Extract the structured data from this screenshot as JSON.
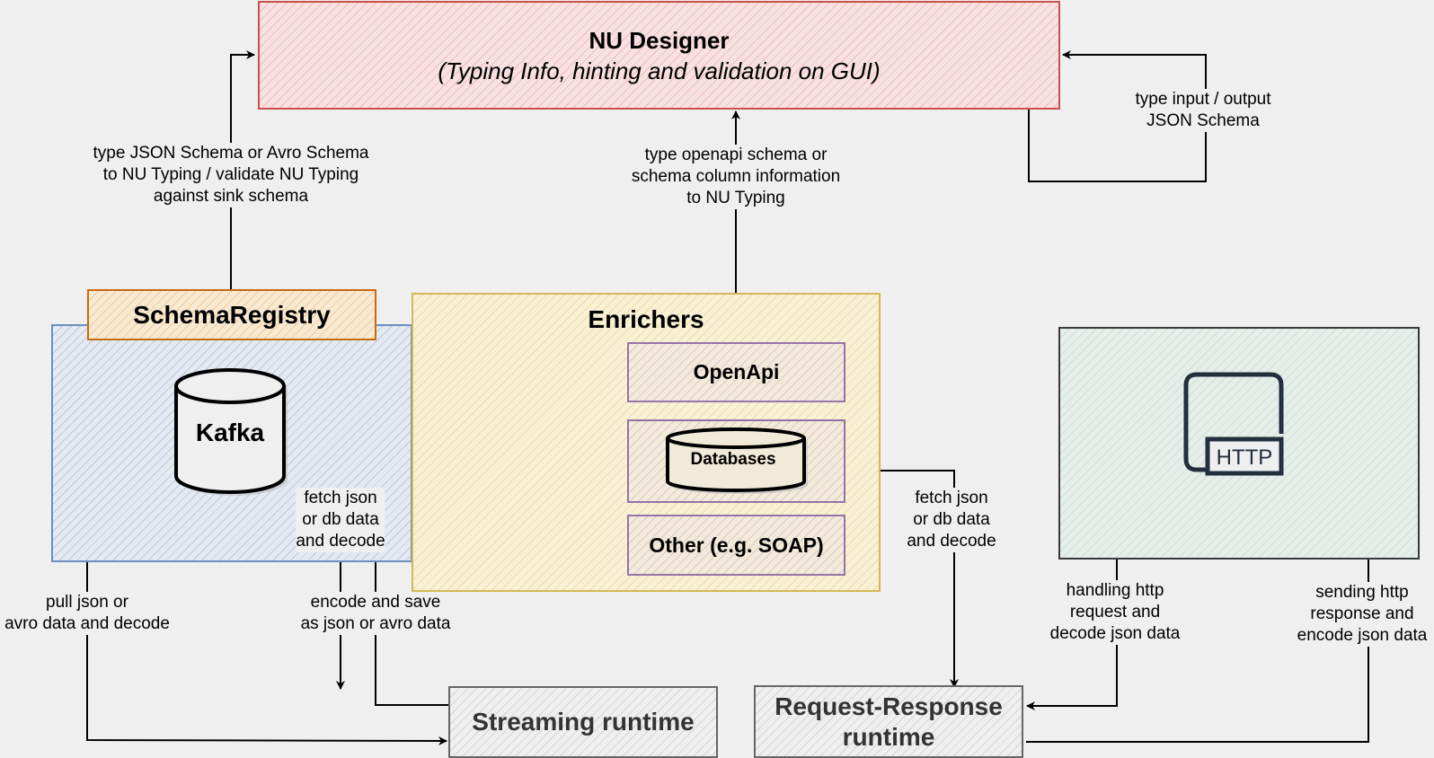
{
  "nu_designer": {
    "title": "NU Designer",
    "subtitle": "(Typing Info, hinting and validation on GUI)"
  },
  "schema_registry": {
    "title": "SchemaRegistry"
  },
  "kafka": {
    "label": "Kafka"
  },
  "enrichers": {
    "title": "Enrichers",
    "items": {
      "openapi": "OpenApi",
      "databases": "Databases",
      "other": "Other (e.g. SOAP)"
    }
  },
  "http": {
    "icon_text": "HTTP"
  },
  "runtimes": {
    "streaming": "Streaming runtime",
    "request_response_line1": "Request-Response",
    "request_response_line2": "runtime"
  },
  "edges": {
    "schema_to_designer": [
      "type JSON Schema or Avro Schema",
      "to NU Typing / validate NU Typing",
      "against sink schema"
    ],
    "enrichers_to_designer": [
      "type openapi schema or",
      "schema column information",
      "to NU Typing"
    ],
    "designer_self": [
      "type input / output",
      "JSON Schema"
    ],
    "kafka_to_streaming": [
      "pull json or",
      "avro data and decode"
    ],
    "streaming_to_kafka": [
      "encode and save",
      "as json or avro data"
    ],
    "enrichers_to_streaming": [
      "fetch json",
      "or db data",
      "and decode"
    ],
    "enrichers_to_rr": [
      "fetch json",
      "or db data",
      "and decode"
    ],
    "http_to_rr": [
      "handling http",
      "request and",
      "decode json data"
    ],
    "rr_to_http": [
      "sending http",
      "response and",
      "encode json data"
    ]
  }
}
